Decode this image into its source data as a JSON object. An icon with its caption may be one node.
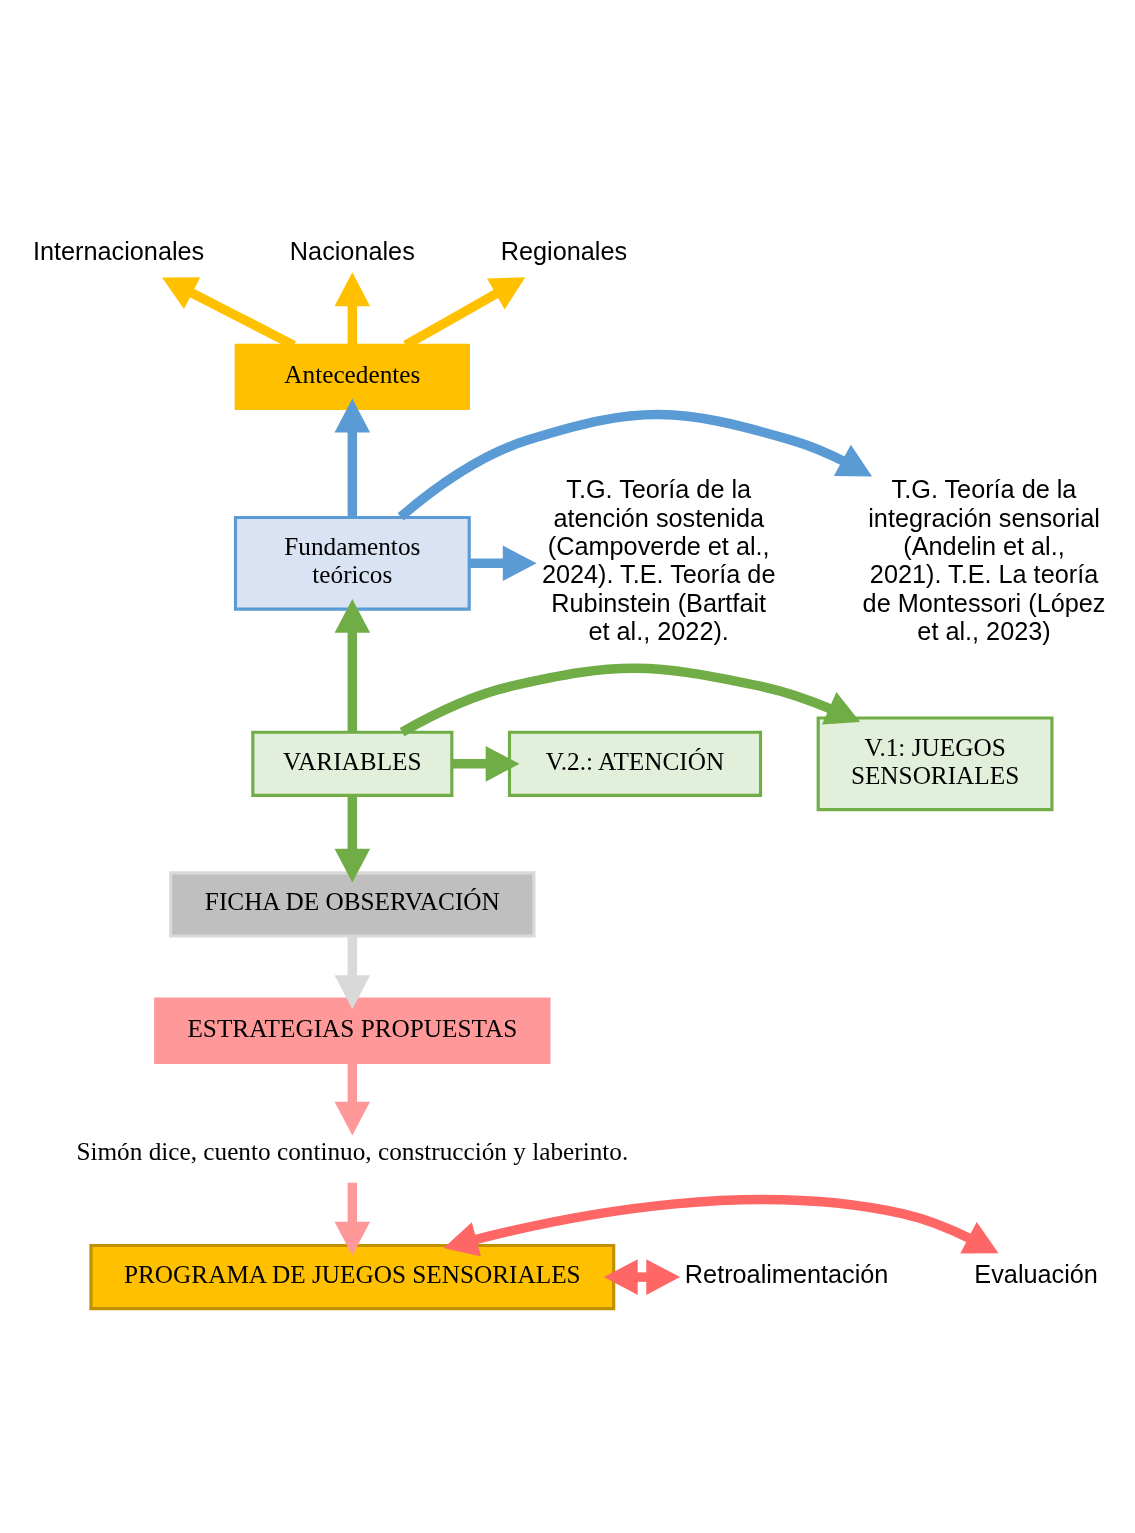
{
  "diagram": {
    "nodes": [
      {
        "text": [
          "Internacionales"
        ]
      },
      {
        "text": [
          "Nacionales"
        ]
      },
      {
        "text": [
          "Regionales"
        ]
      },
      {
        "text": [
          "Antecedentes"
        ]
      },
      {
        "text": [
          "T.G. Teoría de la integración sensorial (Andelin et al., 2021). T.E. La teoría de Montessori (López et al., 2023)"
        ]
      },
      {
        "text": [
          "Fundamentos teóricos"
        ]
      },
      {
        "text": [
          "T.G. Teoría de la atención sostenida (Campoverde et al., 2024). T.E. Teoría de Rubinstein (Bartfait et al., 2022)."
        ]
      },
      {
        "text": [
          "V.1: JUEGOS SENSORIALES"
        ]
      },
      {
        "text": [
          "VARIABLES"
        ]
      },
      {
        "text": [
          "V.2.: ATENCIÓN"
        ]
      },
      {
        "text": [
          "FICHA DE OBSERVACIÓN"
        ]
      },
      {
        "text": [
          "ESTRATEGIAS PROPUESTAS"
        ]
      },
      {
        "text": [
          "Simón dice, cuento continuo, construcción y laberinto."
        ]
      },
      {
        "text": [
          "PROGRAMA DE JUEGOS SENSORIALES"
        ]
      },
      {
        "text": [
          "Evaluación"
        ]
      },
      {
        "text": [
          "Retroalimentación"
        ]
      }
    ],
    "edges": [
      {
        "from": 3,
        "to": 0,
        "arrow": "to",
        "color": "#ffc000"
      },
      {
        "from": 3,
        "to": 1,
        "arrow": "to",
        "color": "#ffc000"
      },
      {
        "from": 3,
        "to": 2,
        "arrow": "to",
        "color": "#ffc000"
      },
      {
        "from": 5,
        "to": 3,
        "arrow": "to",
        "color": "#5b9bd5"
      },
      {
        "from": 5,
        "to": 4,
        "arrow": "to",
        "color": "#5b9bd5"
      },
      {
        "from": 5,
        "to": 6,
        "arrow": "to",
        "color": "#5b9bd5"
      },
      {
        "from": 8,
        "to": 5,
        "arrow": "to",
        "color": "#70ad47"
      },
      {
        "from": 8,
        "to": 7,
        "arrow": "to",
        "color": "#70ad47"
      },
      {
        "from": 8,
        "to": 9,
        "arrow": "to",
        "color": "#70ad47"
      },
      {
        "from": 8,
        "to": 10,
        "arrow": "to",
        "color": "#70ad47"
      },
      {
        "from": 10,
        "to": 11,
        "arrow": "to",
        "color": "#d9d9d9"
      },
      {
        "from": 11,
        "to": 12,
        "arrow": "to",
        "color": "#ff9999"
      },
      {
        "from": 12,
        "to": 13,
        "arrow": "to",
        "color": "#ff9999"
      },
      {
        "from": 13,
        "to": 14,
        "arrow": "both",
        "color": "#ff6666"
      },
      {
        "from": 13,
        "to": 15,
        "arrow": "both",
        "color": "#ff6666"
      }
    ]
  }
}
